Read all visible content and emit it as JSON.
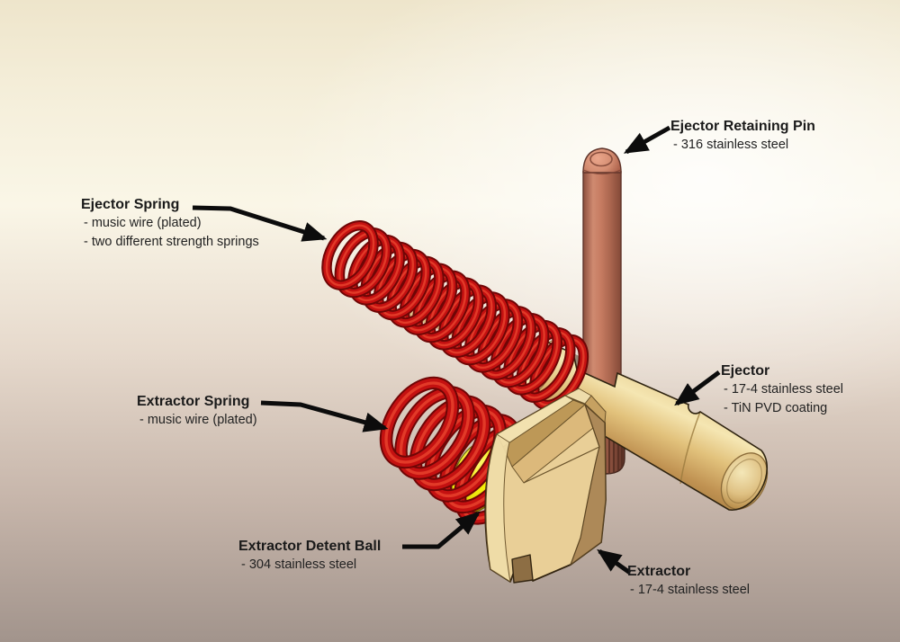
{
  "callouts": {
    "ejector_retaining_pin": {
      "title": "Ejector Retaining Pin",
      "details": [
        "- 316 stainless steel"
      ]
    },
    "ejector_spring": {
      "title": "Ejector Spring",
      "details": [
        "- music wire (plated)",
        "- two different strength springs"
      ]
    },
    "extractor_spring": {
      "title": "Extractor Spring",
      "details": [
        "- music wire (plated)"
      ]
    },
    "ejector": {
      "title": "Ejector",
      "details": [
        "- 17-4 stainless steel",
        "- TiN PVD coating"
      ]
    },
    "extractor_detent_ball": {
      "title": "Extractor Detent Ball",
      "details": [
        "- 304 stainless steel"
      ]
    },
    "extractor": {
      "title": "Extractor",
      "details": [
        "- 17-4 stainless steel"
      ]
    }
  },
  "colors": {
    "spring_red": "#c41111",
    "spring_red_dark": "#6f0606",
    "spring_red_light": "#e23a28",
    "part_tan": "#e9cf97",
    "part_tan_dark": "#b08648",
    "pin_copper": "#b66a52",
    "detent_ball_yellow": "#f5ee00",
    "label_text": "#1a1a1a",
    "arrow": "#0c0c0c",
    "background_top": "#efe7cd",
    "background_bottom": "#a89a92"
  }
}
